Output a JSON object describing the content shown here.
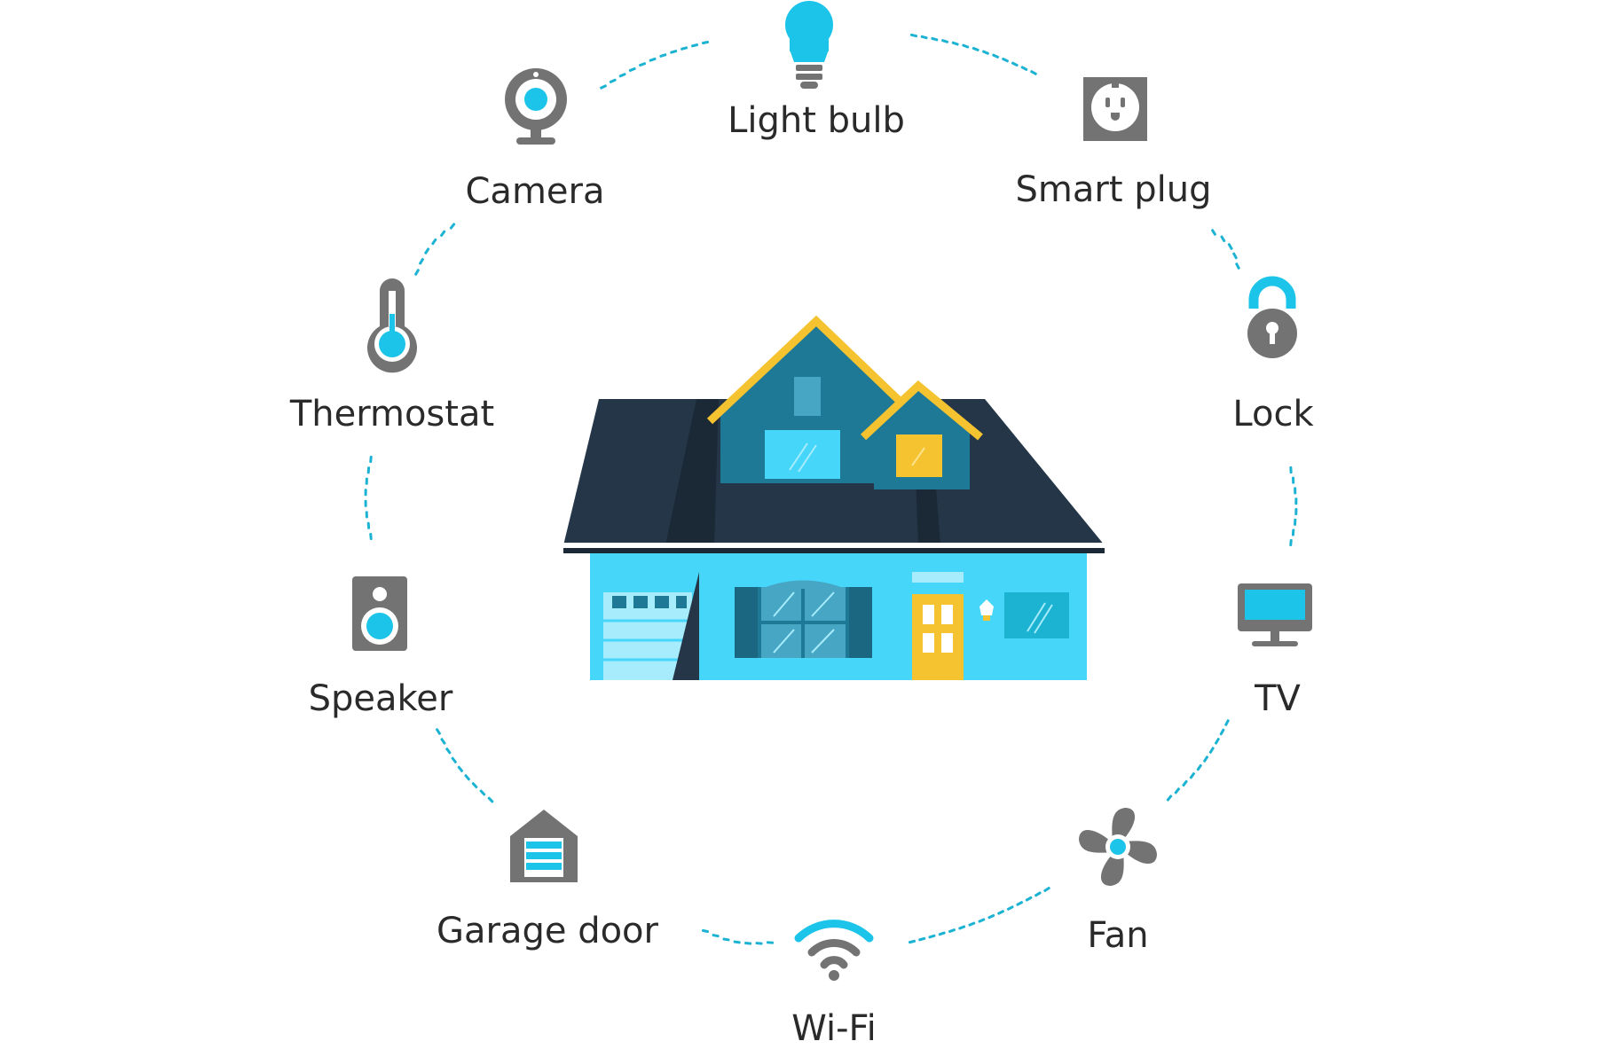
{
  "diagram": {
    "colors": {
      "accent": "#1cc4ea",
      "icon_gray": "#737373",
      "dots": "#1cb3d3",
      "house_wall": "#46d6fa",
      "house_roof": "#243647",
      "house_gable": "#1d7995",
      "trim_yellow": "#f5c230"
    },
    "devices": [
      {
        "id": "light-bulb",
        "label": "Light bulb",
        "icon": "light-bulb-icon"
      },
      {
        "id": "smart-plug",
        "label": "Smart plug",
        "icon": "smart-plug-icon"
      },
      {
        "id": "lock",
        "label": "Lock",
        "icon": "lock-icon"
      },
      {
        "id": "tv",
        "label": "TV",
        "icon": "tv-icon"
      },
      {
        "id": "fan",
        "label": "Fan",
        "icon": "fan-icon"
      },
      {
        "id": "wifi",
        "label": "Wi-Fi",
        "icon": "wifi-icon"
      },
      {
        "id": "garage-door",
        "label": "Garage door",
        "icon": "garage-door-icon"
      },
      {
        "id": "speaker",
        "label": "Speaker",
        "icon": "speaker-icon"
      },
      {
        "id": "thermostat",
        "label": "Thermostat",
        "icon": "thermostat-icon"
      },
      {
        "id": "camera",
        "label": "Camera",
        "icon": "camera-icon"
      }
    ]
  }
}
